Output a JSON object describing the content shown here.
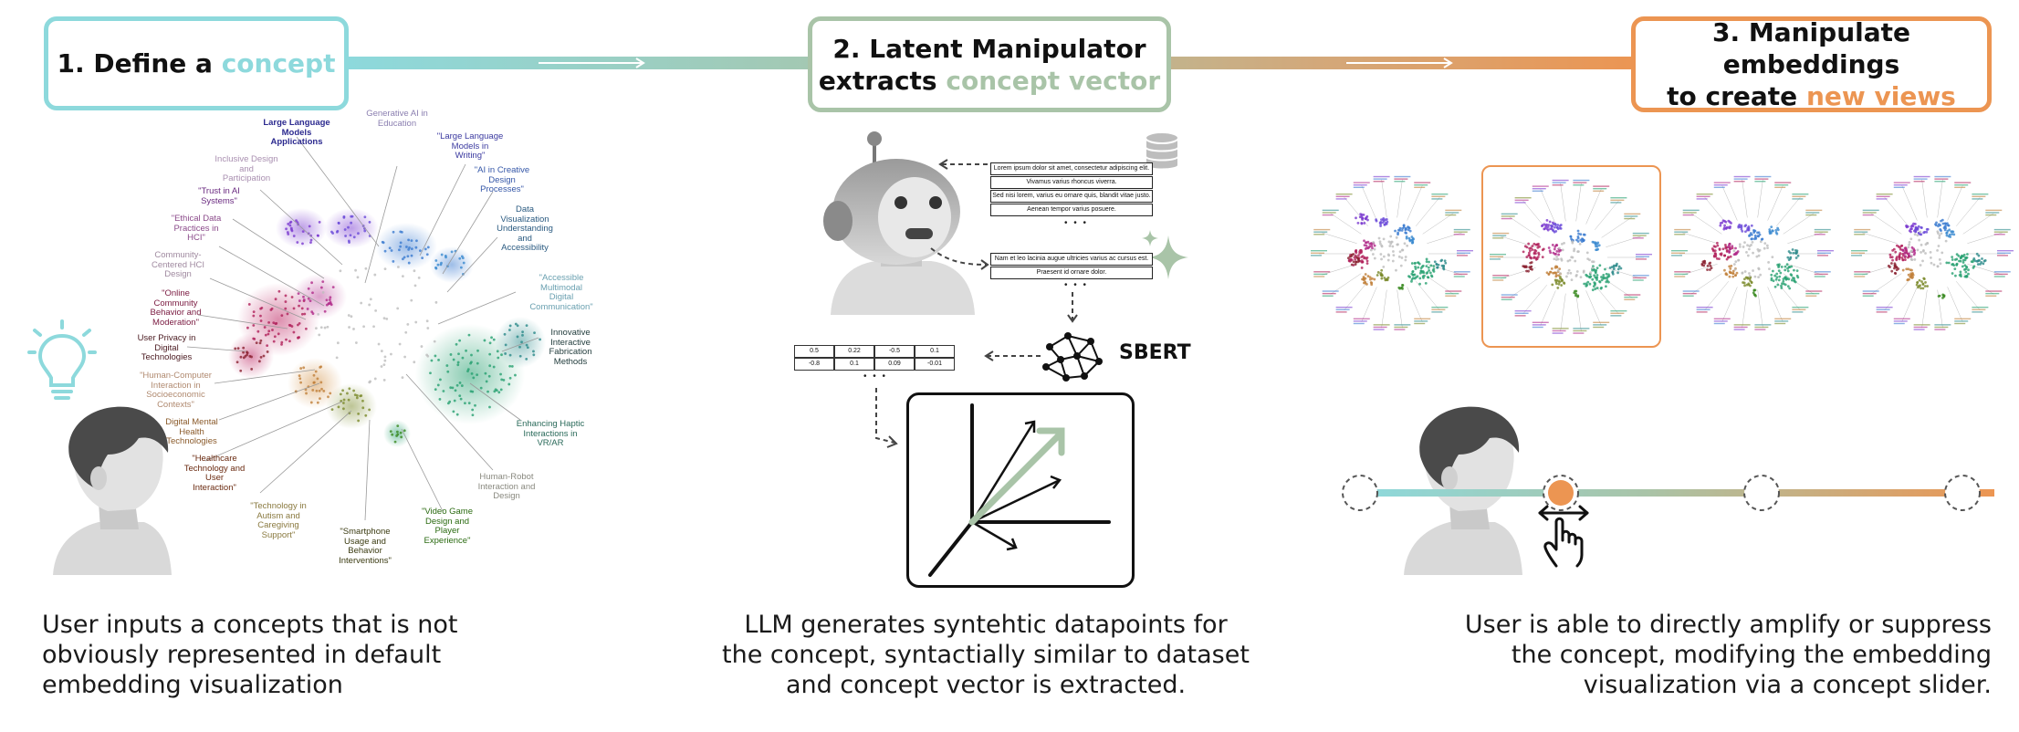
{
  "colors": {
    "step1": "#8dd9dc",
    "step2": "#a9c4a8",
    "step3": "#e9975a",
    "text": "#111111"
  },
  "steps": [
    {
      "title_pre": "1. Define a ",
      "title_accent": "concept",
      "title_post": ""
    },
    {
      "title_line1": "2. Latent Manipulator",
      "title_pre": "extracts ",
      "title_accent": "concept vector"
    },
    {
      "title_line1": "3. Manipulate embeddings",
      "title_pre": "to create ",
      "title_accent": "new views"
    }
  ],
  "captions": {
    "step1": "User inputs a concepts that is not obviously represented in default embedding visualization",
    "step2": "LLM generates syntehtic datapoints for the concept, syntactially similar to dataset and concept vector is extracted.",
    "step3": "User is able to directly amplify or suppress the concept, modifying the embedding visualization via a concept slider."
  },
  "cluster_labels": [
    {
      "text": "Generative AI in\nEducation",
      "color": "#8b7fb0"
    },
    {
      "text": "Large Language\nModels\nApplications",
      "color": "#2c2a8f"
    },
    {
      "text": "\"Large Language\nModels in\nWriting\"",
      "color": "#3b3aa0"
    },
    {
      "text": "Inclusive Design\nand\nParticipation",
      "color": "#a98fb0"
    },
    {
      "text": "\"AI in Creative\nDesign\nProcesses\"",
      "color": "#3557a8"
    },
    {
      "text": "\"Trust in AI\nSystems\"",
      "color": "#6a2a80"
    },
    {
      "text": "\"Ethical Data\nPractices in\nHCI\"",
      "color": "#8b4a8a"
    },
    {
      "text": "Data\nVisualization\nUnderstanding\nand\nAccessibility",
      "color": "#2a5a80"
    },
    {
      "text": "Community-\nCentered HCI\nDesign",
      "color": "#a08aa0"
    },
    {
      "text": "\"Accessible\nMultimodal\nDigital\nCommunication\"",
      "color": "#6aa0b0"
    },
    {
      "text": "\"Online\nCommunity\nBehavior and\nModeration\"",
      "color": "#7a1a40"
    },
    {
      "text": "Innovative\nInteractive\nFabrication\nMethods",
      "color": "#1f3a3a"
    },
    {
      "text": "User Privacy in\nDigital\nTechnologies",
      "color": "#4a1a20"
    },
    {
      "text": "\"Human-Computer\nInteraction in\nSocioeconomic\nContexts\"",
      "color": "#b08a70"
    },
    {
      "text": "Enhancing Haptic\nInteractions in\nVR/AR",
      "color": "#2a6a5a"
    },
    {
      "text": "Digital Mental\nHealth\nTechnologies",
      "color": "#8a5a2a"
    },
    {
      "text": "\"Healthcare\nTechnology and\nUser\nInteraction\"",
      "color": "#6a2a10"
    },
    {
      "text": "Human-Robot\nInteraction and\nDesign",
      "color": "#8a8a80"
    },
    {
      "text": "\"Technology in\nAutism and\nCaregiving\nSupport\"",
      "color": "#8a7a40"
    },
    {
      "text": "\"Smartphone\nUsage and\nBehavior\nInterventions\"",
      "color": "#3a3a10"
    },
    {
      "text": "\"Video Game\nDesign and\nPlayer\nExperience\"",
      "color": "#2a6a10"
    }
  ],
  "docs_top": [
    "Lorem ipsum dolor sit amet, consectetur adipiscing elit.",
    "Vivamus varius rhoncus viverra.",
    "Sed nisi lorem, varius eu ornare quis, blandit vitae justo.",
    "Aenean tempor varius posuere."
  ],
  "docs_generated": [
    "Nam et leo lacinia augue ultricies varius ac cursus est.",
    "Praesent id ornare dolor."
  ],
  "sbert_label": "SBERT",
  "vector_table": [
    [
      "0.5",
      "0.22",
      "-0.5",
      "0.1"
    ],
    [
      "-0.8",
      "0.1",
      "0.09",
      "-0.01"
    ]
  ],
  "ellipsis": "• • •"
}
